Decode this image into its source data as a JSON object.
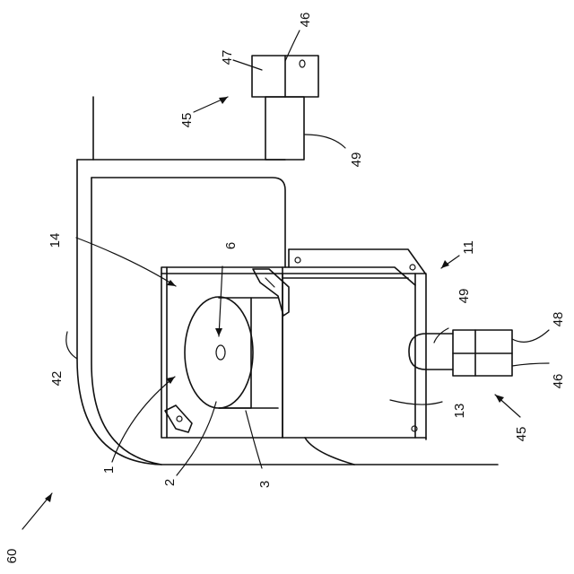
{
  "figure": {
    "labels": {
      "ref_1": "1",
      "ref_2": "2",
      "ref_3": "3",
      "ref_6": "6",
      "ref_11": "11",
      "ref_13": "13",
      "ref_14": "14",
      "ref_42": "42",
      "ref_45_top": "45",
      "ref_45_right": "45",
      "ref_46_top": "46",
      "ref_46_right": "46",
      "ref_47": "47",
      "ref_48": "48",
      "ref_49_top": "49",
      "ref_49_right": "49",
      "ref_60": "60"
    }
  }
}
